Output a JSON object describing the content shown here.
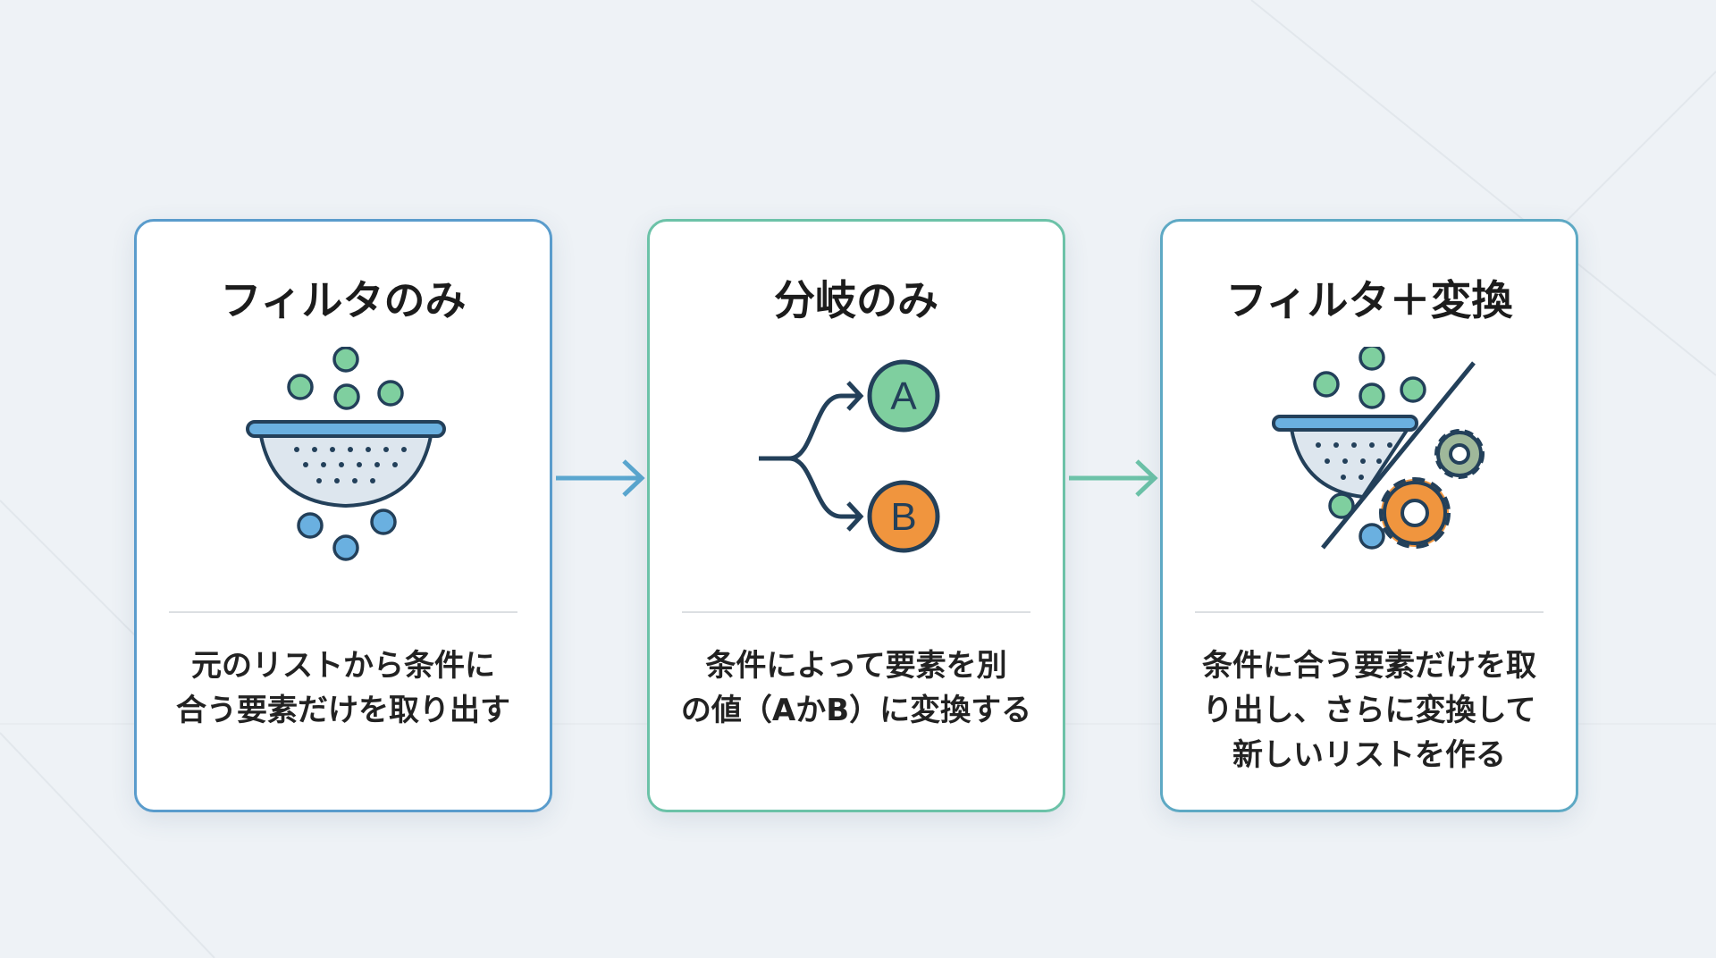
{
  "cards": [
    {
      "title": "フィルタのみ",
      "icon": "colander-filter-icon",
      "desc": [
        "元のリストから条件に",
        "合う要素だけを取り出す"
      ]
    },
    {
      "title": "分岐のみ",
      "icon": "branch-icon",
      "desc": [
        "条件によって要素を別",
        "の値（AかB）に変換する"
      ],
      "branch_a": "A",
      "branch_b": "B"
    },
    {
      "title": "フィルタ＋変換",
      "icon": "filter-transform-icon",
      "desc": [
        "条件に合う要素だけを取",
        "り出し、さらに変換して",
        "新しいリストを作る"
      ]
    }
  ],
  "colors": {
    "blue": "#5a9ccc",
    "green": "#6cc2a8",
    "dark": "#23405a",
    "orange": "#f0953e",
    "green_fill": "#7fcf9f",
    "blue_fill": "#6ab0e0"
  }
}
